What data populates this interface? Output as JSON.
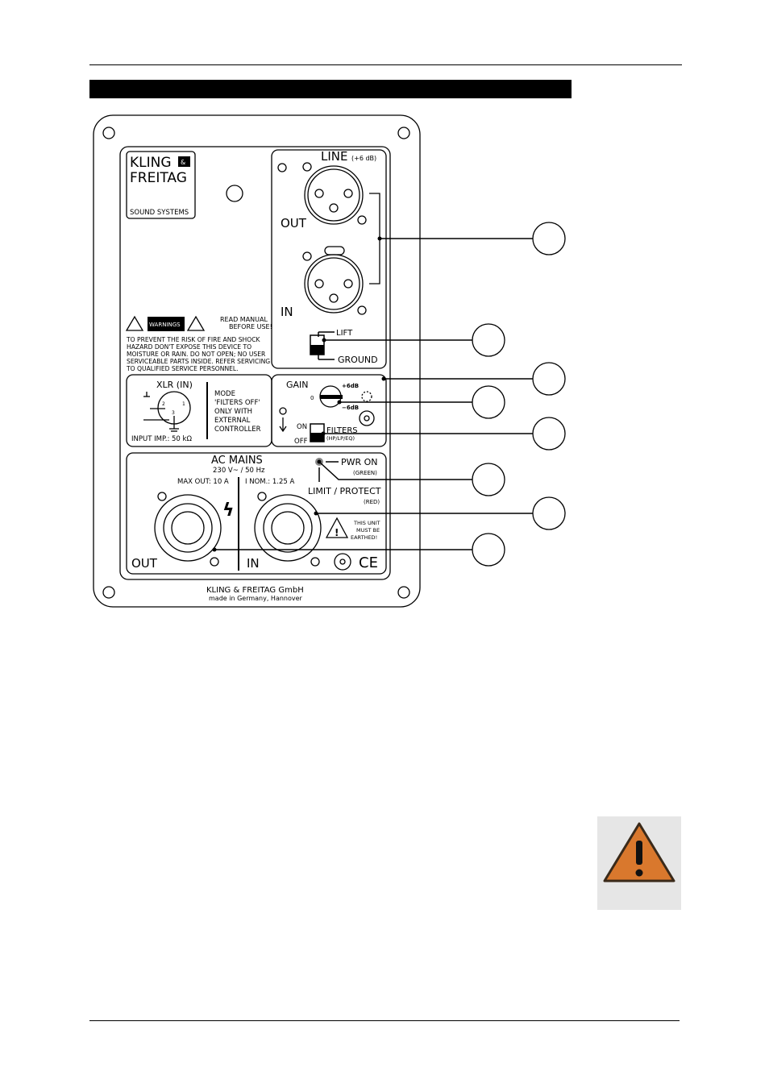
{
  "panel": {
    "logo": {
      "line1": "KLING",
      "amp": "&",
      "line2": "FREITAG",
      "sub": "SOUND SYSTEMS"
    },
    "line": {
      "title": "LINE",
      "gain_note": "(+6 dB)",
      "out": "OUT",
      "in": "IN"
    },
    "ground_switch": {
      "lift": "LIFT",
      "ground": "GROUND"
    },
    "warnings": {
      "badge": "WARNINGS",
      "read_manual_1": "READ MANUAL",
      "read_manual_2": "BEFORE USE!",
      "text": [
        "TO PREVENT THE RISK OF FIRE AND SHOCK",
        "HAZARD DON'T EXPOSE THIS DEVICE TO",
        "MOISTURE OR RAIN. DO NOT OPEN; NO USER",
        "SERVICEABLE PARTS INSIDE. REFER SERVICING",
        "TO QUALIFIED SERVICE PERSONNEL."
      ]
    },
    "xlr": {
      "title": "XLR (IN)",
      "pin1": "1",
      "pin2": "2",
      "pin3": "3",
      "impedance": "INPUT IMP.: 50 kΩ",
      "mode": [
        "MODE",
        "'FILTERS OFF'",
        "ONLY WITH",
        "EXTERNAL",
        "CONTROLLER"
      ]
    },
    "gain": {
      "title": "GAIN",
      "zero": "0",
      "plus": "+6dB",
      "minus": "−6dB"
    },
    "filters": {
      "on": "ON",
      "off": "OFF",
      "label": "FILTERS",
      "sub": "(HP/LP/EQ)"
    },
    "ac": {
      "title": "AC MAINS",
      "voltage": "230 V~ / 50 Hz",
      "max_out": "MAX OUT: 10 A",
      "inom": "I NOM.: 1.25 A",
      "out": "OUT",
      "in": "IN"
    },
    "leds": {
      "pwr": "PWR ON",
      "pwr_color": "(GREEN)",
      "limit": "LIMIT / PROTECT",
      "limit_color": "(RED)"
    },
    "earth": [
      "THIS UNIT",
      "MUST BE",
      "EARTHED!"
    ],
    "ce": "CE",
    "footer1": "KLING & FREITAG GmbH",
    "footer2": "made in Germany, Hannover"
  },
  "colors": {
    "warning_orange": "#d9782d",
    "warning_box": "#e6e6e6"
  }
}
